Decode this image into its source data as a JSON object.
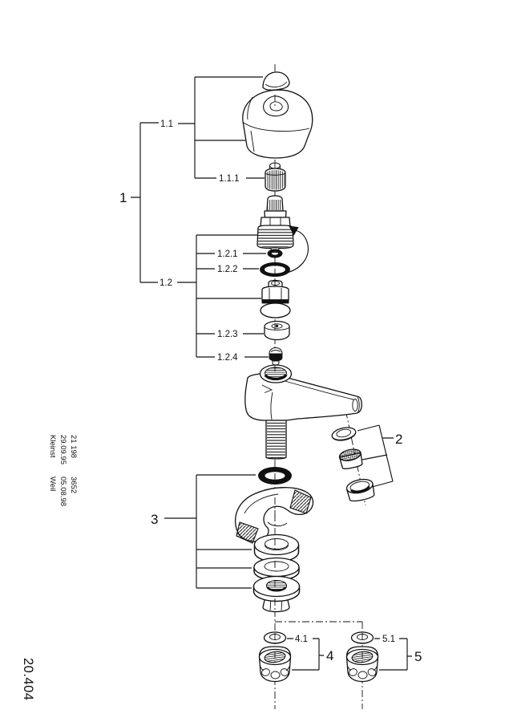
{
  "sheet": {
    "number": "20.404",
    "background": "#ffffff",
    "ink": "#111111"
  },
  "title_block": {
    "rows": [
      {
        "left": "21 198",
        "right": "3652"
      },
      {
        "left": "29.09.95",
        "right": "05.08.98"
      },
      {
        "left": "Kleinst",
        "right": "Weil"
      }
    ]
  },
  "labels": {
    "g1": "1",
    "g1_1": "1.1",
    "g1_1_1": "1.1.1",
    "g1_2": "1.2",
    "g1_2_1": "1.2.1",
    "g1_2_2": "1.2.2",
    "g1_2_3": "1.2.3",
    "g1_2_4": "1.2.4",
    "g2": "2",
    "g3": "3",
    "g4": "4",
    "g4_1": "4.1",
    "g5": "5",
    "g5_1": "5.1"
  }
}
